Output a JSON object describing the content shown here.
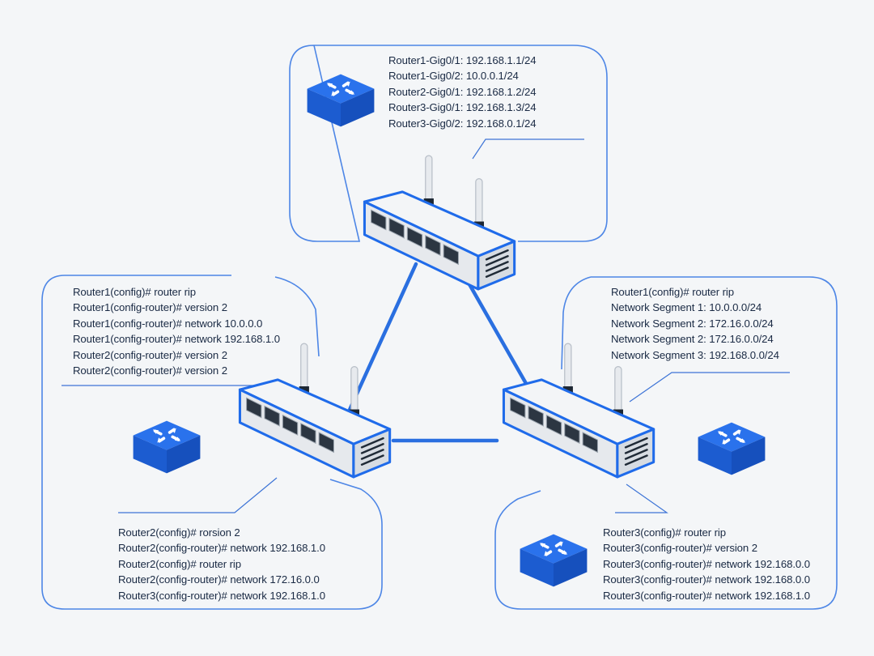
{
  "colors": {
    "accent": "#1f6bea",
    "link": "#2a6fe0",
    "panel_border": "#4d86e6",
    "text": "#1a2a44",
    "background": "#f4f6f8"
  },
  "icons": {
    "router_symbol": "router-symbol-icon",
    "router_device": "wireless-router-icon"
  },
  "top_panel": {
    "lines": [
      "Router1-Gig0/1: 192.168.1.1/24",
      "Router1-Gig0/2: 10.0.0.1/24",
      "Router2-Gig0/1: 192.168.1.2/24",
      "Router3-Gig0/1: 192.168.1.3/24",
      "Router3-Gig0/2: 192.168.0.1/24"
    ]
  },
  "left_panel": {
    "lines": [
      "Router1(config)# router rip",
      "Router1(config-router)# version 2",
      "Router1(config-router)# network 10.0.0.0",
      "Router1(config-router)# network 192.168.1.0",
      "Router2(config-router)# version 2",
      "Router2(config-router)# version 2"
    ],
    "bottom_lines": [
      "Router2(config)# rorsion 2",
      "Router2(config-router)# network 192.168.1.0",
      "Router2(config)# router rip",
      "Router2(config-router)# network 172.16.0.0",
      "Router3(config-router)# network 192.168.1.0"
    ]
  },
  "right_panel": {
    "lines": [
      "Router1(config)# router rip",
      "Network Segment  1: 10.0.0.0/24",
      "Network Segment 2: 172.16.0.0/24",
      "Network Segment 2: 172.16.0.0/24",
      "Network Segment 3: 192.168.0.0/24"
    ],
    "bottom_lines": [
      "Router3(config)# router rip",
      "Router3(config-router)# version 2",
      "Router3(config-router)# network 192.168.0.0",
      "Router3(config-router)# network 192.168.0.0",
      "Router3(config-router)# network 192.168.1.0"
    ]
  }
}
